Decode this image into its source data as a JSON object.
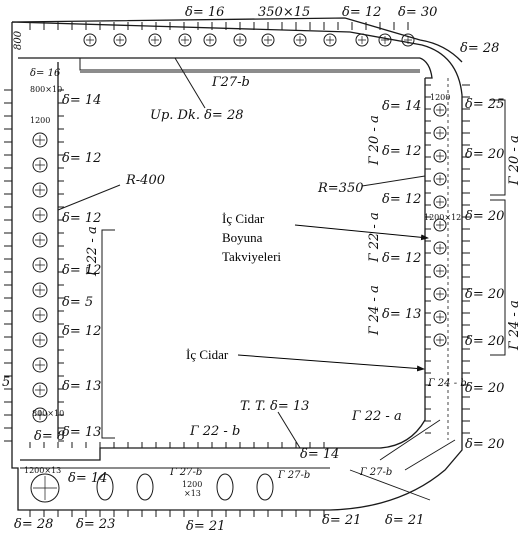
{
  "deck": {
    "delta16": "δ= 16",
    "section_350x15": "350×15",
    "delta12": "δ= 12",
    "delta30": "δ= 30",
    "delta28_corner": "δ= 28",
    "size_800": "800",
    "girder_27b": "Г27-b",
    "upper_deck": "Up. Dk. δ= 28"
  },
  "left_side": {
    "d16": "δ= 16",
    "dim_800x10": "800×10",
    "dim_1200": "1200",
    "d14": "δ= 14",
    "d12_a": "δ= 12",
    "radius_400": "R-400",
    "d12_b": "δ= 12",
    "frame_22a": "Г 22 - a",
    "d12_c": "δ= 12",
    "d5": "δ= 5",
    "d12_d": "δ= 12",
    "d13_a": "δ= 13",
    "five": "5",
    "dim_800x10_b": "800×10",
    "d8": "δ= 8",
    "d13_b": "δ= 13"
  },
  "right_side": {
    "d14": "δ= 14",
    "dim_1200": "1200",
    "d25": "δ= 25",
    "frame_20a_l": "Г 20 - a",
    "frame_20a_r": "Г 20 - a",
    "d12_a": "δ= 12",
    "d20_a": "δ= 20",
    "radius_350": "R=350",
    "d12_b": "δ= 12",
    "dim_1200x12": "1200×12",
    "d20_b": "δ= 20",
    "frame_22a": "Г 22 - a",
    "d12_c": "δ= 12",
    "frame_24a_l": "Г 24 - a",
    "d20_c": "δ= 20",
    "d13": "δ= 13",
    "frame_24a_r": "Г 24 - a",
    "d20_d": "δ= 20",
    "frame_24b": "Г 24 - b",
    "d20_e": "δ= 20",
    "frame_22a_b": "Г 22 - a",
    "d20_f": "δ= 20"
  },
  "bottom": {
    "tank_top": "T. T. δ= 13",
    "frame_22b": "Г 22 - b",
    "dim_1200x13": "1200×13",
    "d14_a": "δ= 14",
    "frame_27b": "Г 27-b",
    "dim_1200x13_b": "1200",
    "dim_1200x13_c": "×13",
    "d14_b": "δ= 14",
    "frame_27b_b": "Г 27-b",
    "frame_27b_c": "Г 27-b",
    "d28": "δ= 28",
    "d23": "δ= 23",
    "d21_a": "δ= 21",
    "d21_b": "δ= 21",
    "d21_c": "δ= 21"
  },
  "annotations": {
    "inner_longitudinals": [
      "İç Cidar",
      "Boyuna",
      "Takviyeleri"
    ],
    "inner_wall": "İç Cidar"
  }
}
